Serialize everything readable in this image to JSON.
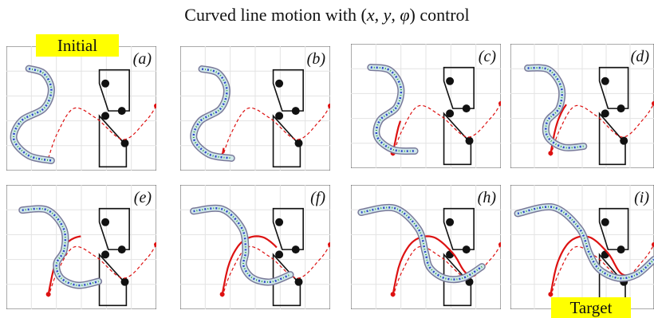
{
  "title": {
    "prefix": "Curved line motion with (",
    "x": "x",
    "y": "y",
    "phi": "φ",
    "suffix": ") control"
  },
  "tags": {
    "initial": "Initial",
    "target": "Target"
  },
  "panels": [
    {
      "label": "(a)",
      "progress": 0.0
    },
    {
      "label": "(b)",
      "progress": 0.06
    },
    {
      "label": "(c)",
      "progress": 0.18
    },
    {
      "label": "(d)",
      "progress": 0.3
    },
    {
      "label": "(e)",
      "progress": 0.45
    },
    {
      "label": "(f)",
      "progress": 0.62
    },
    {
      "label": "(h)",
      "progress": 0.82
    },
    {
      "label": "(i)",
      "progress": 1.0
    }
  ],
  "colors": {
    "reference_path": "#dd1111",
    "robot_body": "#7a7a9a",
    "robot_fill": "#cfe7ea",
    "tag_background": "#ffff00"
  }
}
